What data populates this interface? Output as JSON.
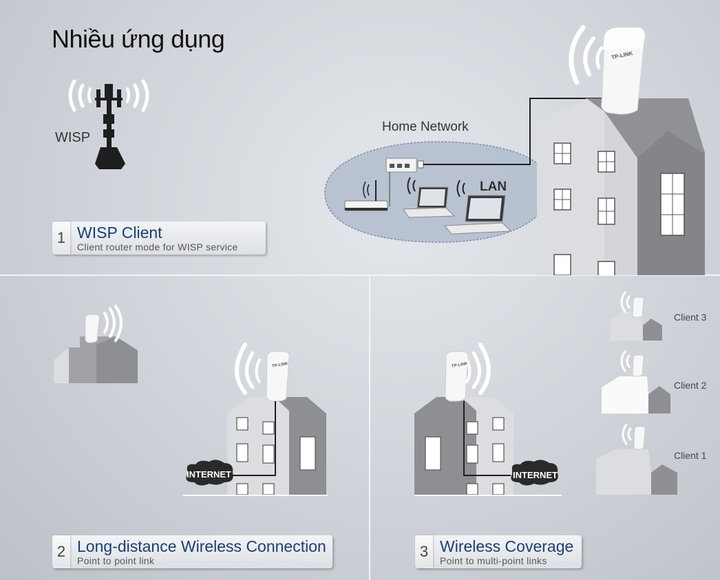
{
  "title": "Nhiều ứng dụng",
  "labels": {
    "wisp": "WISP",
    "home_network": "Home Network",
    "lan": "LAN",
    "internet": "INTERNET",
    "client_1": "Client 1",
    "client_2": "Client 2",
    "client_3": "Client 3",
    "brand": "TP-LINK"
  },
  "cards": [
    {
      "number": "1",
      "title": "WISP Client",
      "subtitle": "Client router mode for WISP service"
    },
    {
      "number": "2",
      "title": "Long-distance Wireless Connection",
      "subtitle": "Point to point link"
    },
    {
      "number": "3",
      "title": "Wireless Coverage",
      "subtitle": "Point to multi-point links"
    }
  ],
  "colors": {
    "card_title": "#1a3f73",
    "building_light": "#dcdde0",
    "building_dark": "#8e8f92",
    "cloud": "#2a2a2a"
  }
}
